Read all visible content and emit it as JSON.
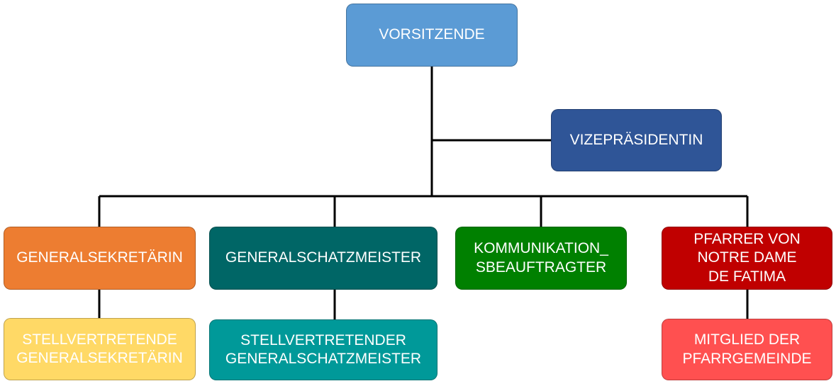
{
  "nodes": {
    "chair": {
      "label": "VORSITZENDE"
    },
    "vice": {
      "label": "VIZEPRÄSIDENTIN"
    },
    "general_secretary": {
      "label": "GENERALSEKRETÄRIN"
    },
    "general_treasurer": {
      "label": "GENERALSCHATZMEISTER"
    },
    "communication": {
      "label": "KOMMUNIKATION_\nSBEAUFTRAGTER"
    },
    "priest": {
      "label": "PFARRER VON\nNOTRE DAME\nDE FATIMA"
    },
    "deputy_secretary": {
      "label": "STELLVERTRETENDE\nGENERALSEKRETÄRIN"
    },
    "deputy_treasurer": {
      "label": "STELLVERTRETENDER\nGENERALSCHATZMEISTER"
    },
    "parish_member": {
      "label": "MITGLIED DER\nPFARRGEMEINDE"
    }
  },
  "colors": {
    "chair": "#5b9bd5",
    "vice": "#2f5597",
    "general_secretary": "#ed7d31",
    "general_treasurer": "#006666",
    "communication": "#008000",
    "priest": "#c00000",
    "deputy_secretary": "#ffd966",
    "deputy_treasurer": "#009999",
    "parish_member": "#ff5050",
    "connector": "#000000",
    "text": "#ffffff"
  }
}
